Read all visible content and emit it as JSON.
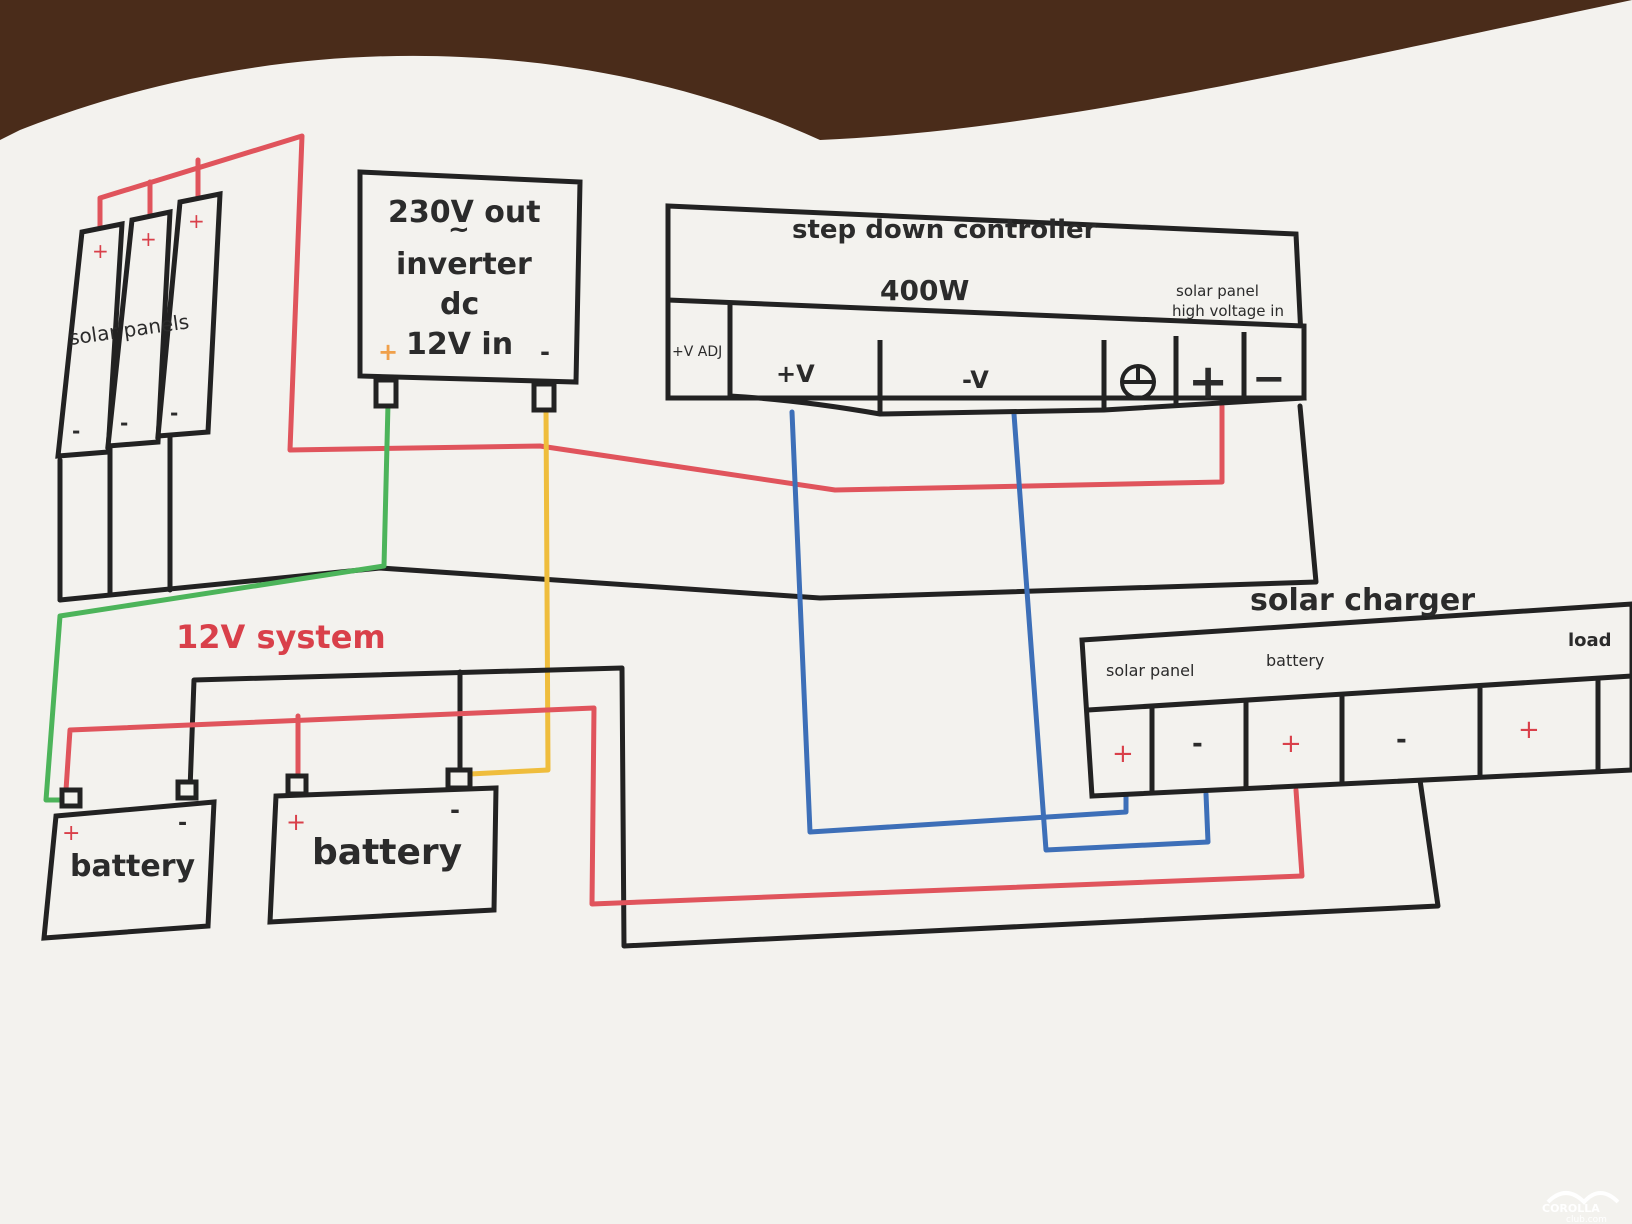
{
  "solar_panels": {
    "label": "solar panels",
    "plus": "+",
    "minus": "-"
  },
  "inverter": {
    "line1": "230V out",
    "line2": "~",
    "line3": "inverter",
    "line4": "dc",
    "line5": "12V in",
    "plus": "+",
    "minus": "-"
  },
  "step_down": {
    "title": "step down controller",
    "power": "400W",
    "in_label_1": "solar panel",
    "in_label_2": "high voltage in",
    "adj": "+V ADJ",
    "pos_v": "+V",
    "neg_v": "-V",
    "plus": "+",
    "minus": "−"
  },
  "system_label": "12V system",
  "battery_left": {
    "label": "battery",
    "plus": "+",
    "minus": "-"
  },
  "battery_right": {
    "label": "battery",
    "plus": "+",
    "minus": "-"
  },
  "solar_charger": {
    "title": "solar charger",
    "solar_panel": "solar panel",
    "battery": "battery",
    "load": "load",
    "t1": "+",
    "t2": "-",
    "t3": "+",
    "t4": "-",
    "t5": "+"
  },
  "watermark": {
    "line1": "COROLLA",
    "line2": "club.com"
  },
  "colors": {
    "red_wire": "#e0545c",
    "black_wire": "#222222",
    "green_wire": "#4cb45a",
    "yellow_wire": "#efbd3c",
    "blue_wire": "#3d6fb8",
    "paper": "#f3f2ee",
    "table": "#4a2c1a"
  }
}
